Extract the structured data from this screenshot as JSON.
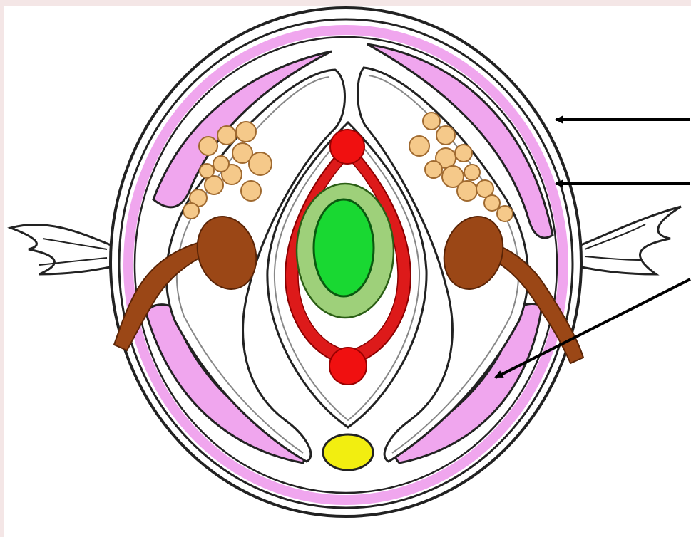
{
  "diagram": {
    "kind": "cross-section",
    "label_lines_count": 3,
    "colors": {
      "frame": "#f4e6e6",
      "background": "#ffffff",
      "outline": "#222222",
      "muscle": "#f0a6ee",
      "gut_outer": "#dd1a1a",
      "gut_middle": "#9ed07a",
      "gut_inner": "#19d832",
      "nerve_cord": "#f2ee10",
      "gonad_cells": "#f5c98a",
      "nephridium": "#9b4716",
      "arrow": "#000000"
    },
    "parts": [
      "cuticle",
      "epidermis",
      "longitudinal-muscle",
      "circular-muscle",
      "gut",
      "dorsal-blood-vessel",
      "ventral-blood-vessel",
      "nerve-cord",
      "gonads",
      "nephridia",
      "parapodia"
    ]
  }
}
